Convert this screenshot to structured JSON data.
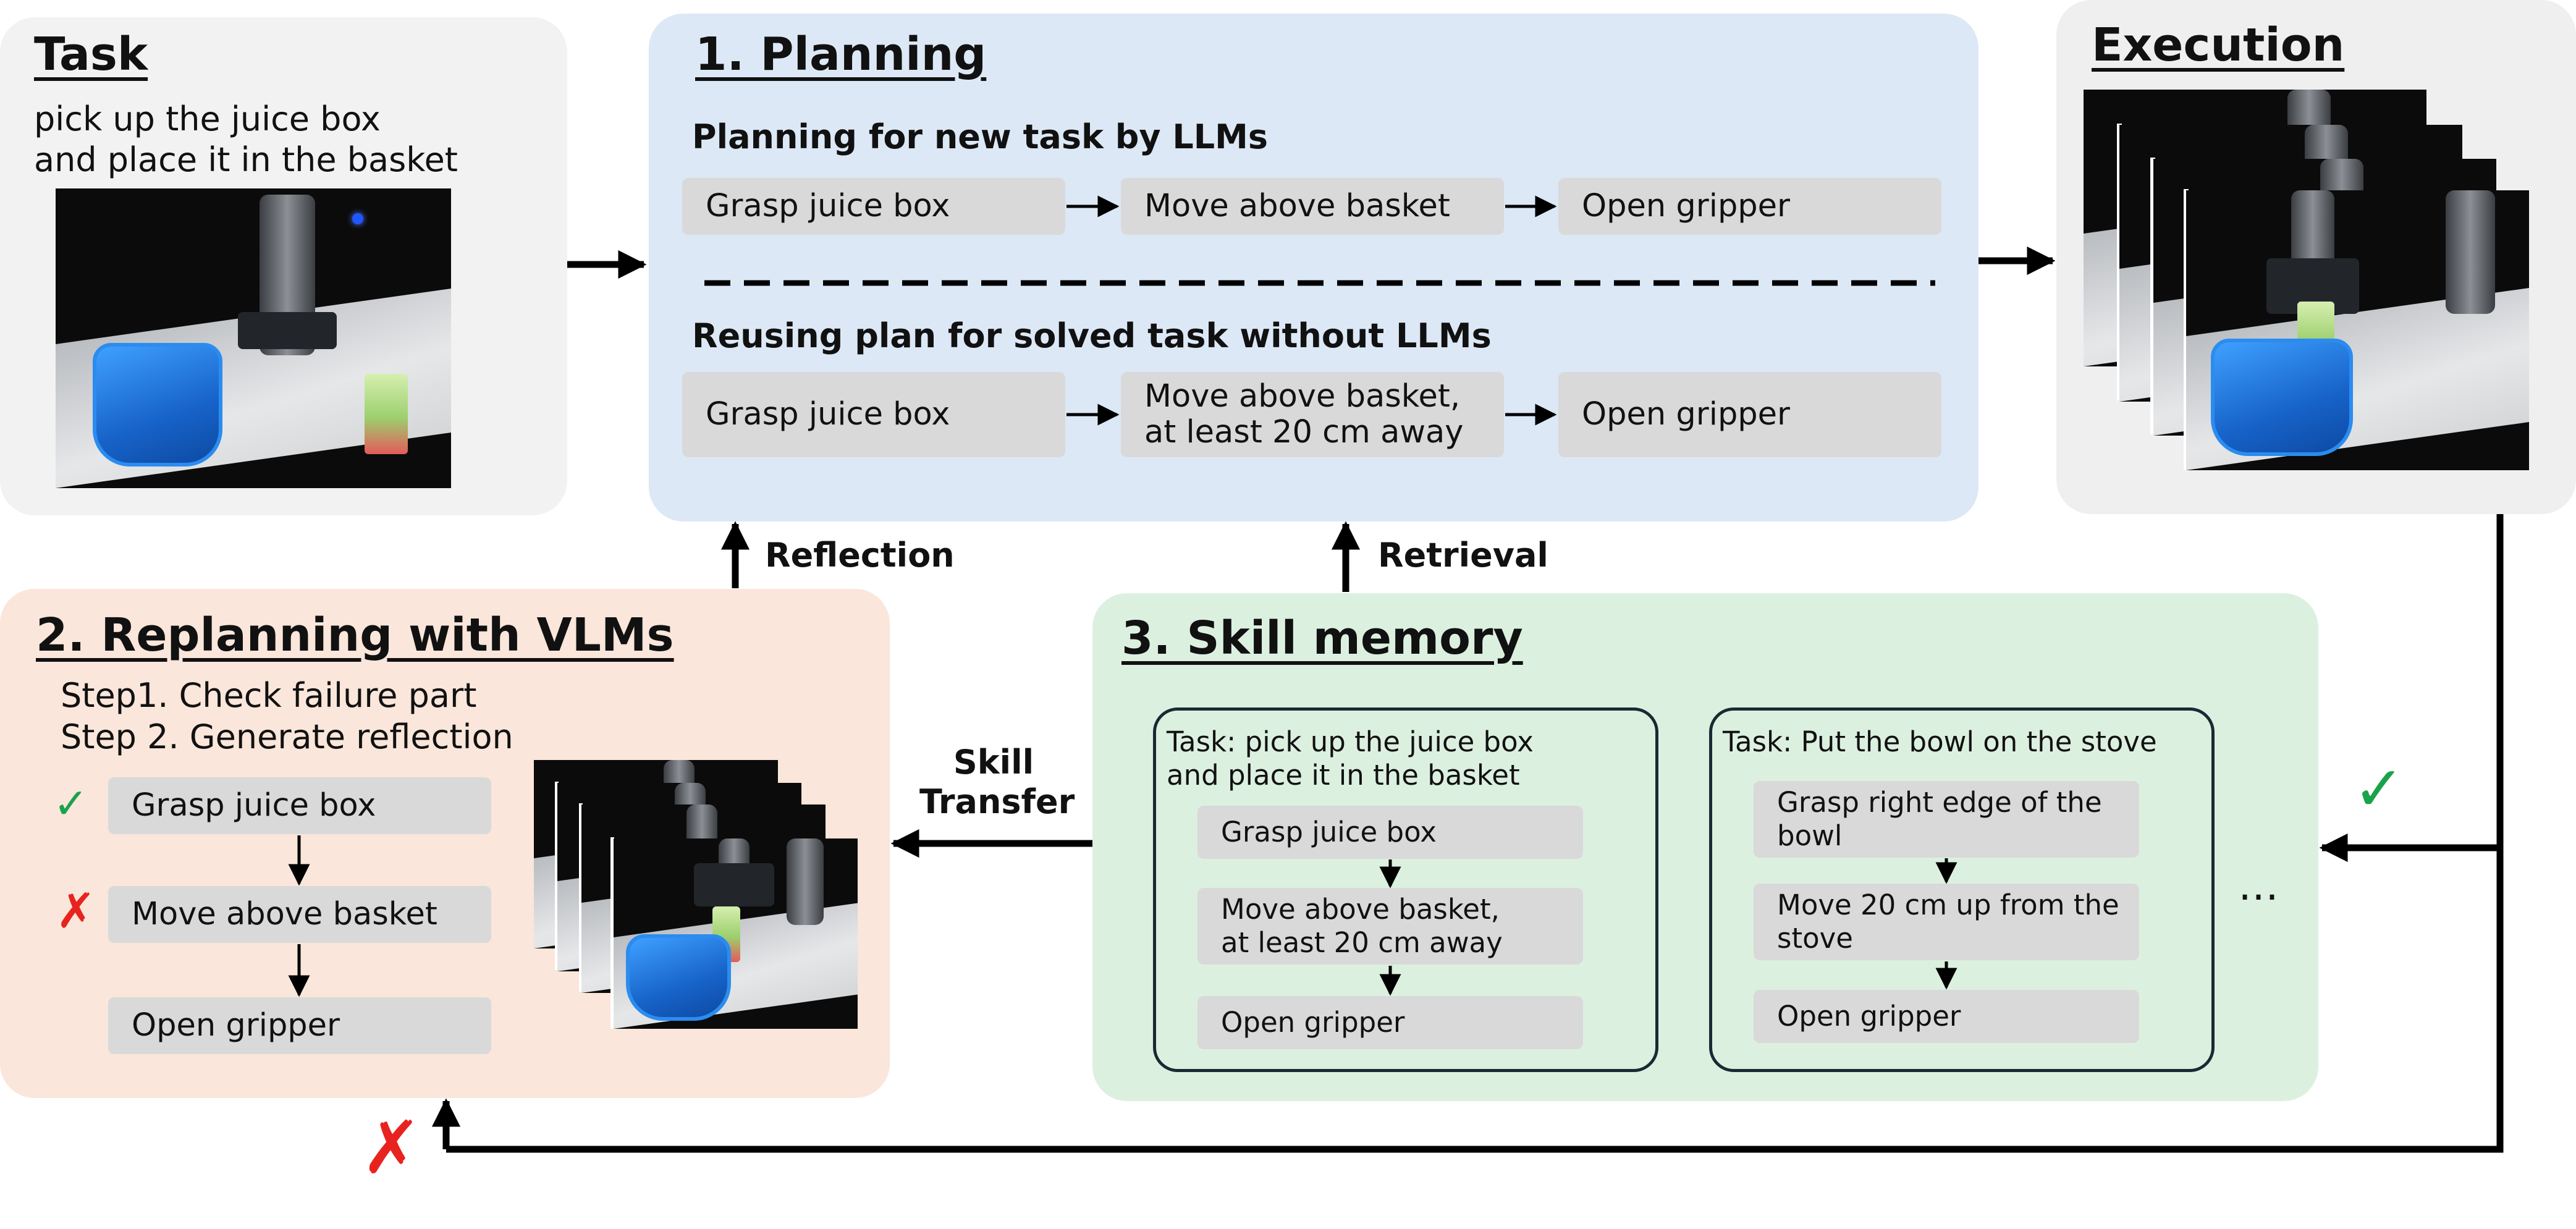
{
  "task": {
    "title": "Task",
    "text": "pick up the juice box\nand place it in the basket"
  },
  "planning": {
    "title": "1. Planning",
    "new_task_heading": "Planning for new task by LLMs",
    "new_steps": [
      "Grasp juice box",
      "Move above basket",
      "Open gripper"
    ],
    "reuse_heading": "Reusing plan for solved task without LLMs",
    "reuse_steps": [
      "Grasp juice box",
      "Move above basket,\nat least 20 cm away",
      "Open gripper"
    ]
  },
  "execution": {
    "title": "Execution"
  },
  "replanning": {
    "title": "2. Replanning with VLMs",
    "step1": "Step1. Check failure part",
    "step2": "Step 2. Generate reflection",
    "steps": [
      "Grasp juice box",
      "Move above basket",
      "Open gripper"
    ],
    "marks": [
      "✓",
      "✗"
    ]
  },
  "skill_memory": {
    "title": "3. Skill memory",
    "cards": [
      {
        "task": "Task: pick up the juice box\nand place it in the basket",
        "steps": [
          "Grasp juice box",
          "Move above basket,\nat least 20 cm away",
          "Open gripper"
        ]
      },
      {
        "task": "Task: Put the bowl on the stove",
        "steps": [
          "Grasp right edge of the\nbowl",
          "Move 20 cm up from the\nstove",
          "Open gripper"
        ]
      }
    ],
    "ellipsis": "…"
  },
  "labels": {
    "reflection": "Reflection",
    "retrieval": "Retrieval",
    "skill_transfer": "Skill\nTransfer",
    "success_mark": "✓",
    "fail_mark": "✗"
  },
  "colors": {
    "task_bg": "#f2f2f2",
    "planning_bg": "#dde8f6",
    "execution_bg": "#efefef",
    "replanning_bg": "#fae6da",
    "memory_bg": "#dcf0e0",
    "step_bg": "#d9d9d9",
    "check": "#1aa34a",
    "cross": "#e8231f"
  }
}
